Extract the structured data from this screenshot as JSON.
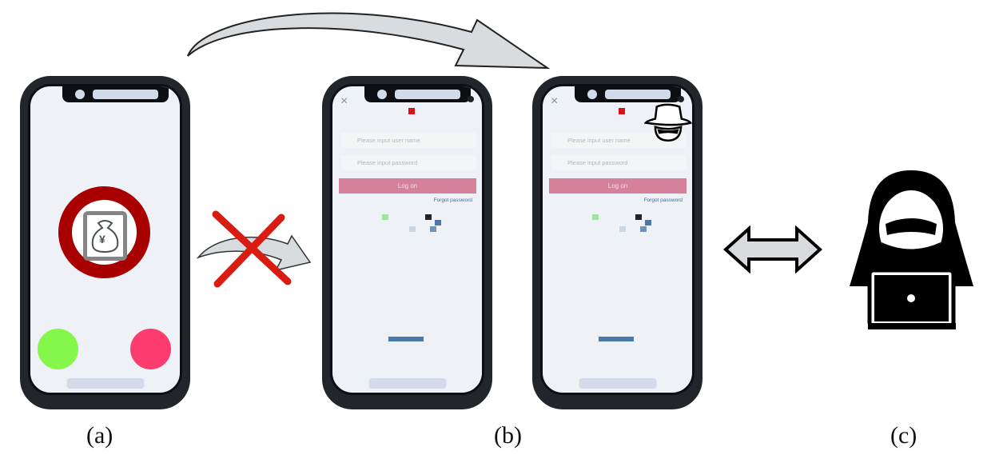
{
  "labels": {
    "a": "(a)",
    "b": "(b)",
    "c": "(c)"
  },
  "login_screen": {
    "close_icon": "×",
    "username_placeholder": "Please input user name",
    "password_placeholder": "Please input password",
    "logon_label": "Log on",
    "forgot_password": "Forgot password"
  },
  "app_icon": {
    "symbol": "¥"
  },
  "colors": {
    "block_ring": "#a80000",
    "accept": "#84f74a",
    "decline": "#fc3b6f",
    "logon": "#d6819b",
    "cross": "#d91c12"
  }
}
